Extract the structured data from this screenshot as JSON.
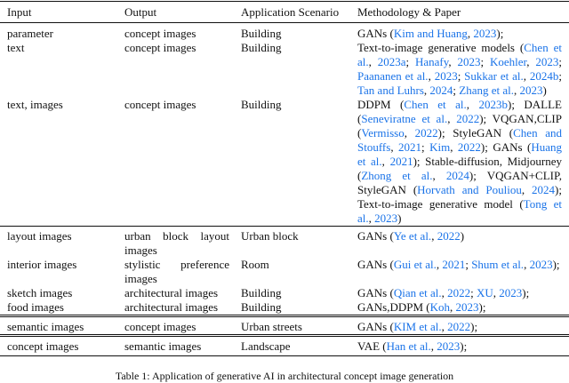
{
  "headers": [
    "Input",
    "Output",
    "Application Scenario",
    "Methodology & Paper"
  ],
  "rows": [
    {
      "input": "parameter",
      "output": "concept images",
      "scenario": "Building",
      "method": [
        {
          "t": "GANs ("
        },
        {
          "t": "Kim and Huang",
          "c": 1
        },
        {
          "t": ", "
        },
        {
          "t": "2023",
          "c": 1
        },
        {
          "t": ");"
        }
      ]
    },
    {
      "input": "text",
      "output": "concept images",
      "scenario": "Building",
      "method": [
        {
          "t": "Text-to-image generative models ("
        },
        {
          "t": "Chen et al.",
          "c": 1
        },
        {
          "t": ", "
        },
        {
          "t": "2023a",
          "c": 1
        },
        {
          "t": "; "
        },
        {
          "t": "Hanafy",
          "c": 1
        },
        {
          "t": ", "
        },
        {
          "t": "2023",
          "c": 1
        },
        {
          "t": "; "
        },
        {
          "t": "Koehler",
          "c": 1
        },
        {
          "t": ", "
        },
        {
          "t": "2023",
          "c": 1
        },
        {
          "t": "; "
        },
        {
          "t": "Paananen et al.",
          "c": 1
        },
        {
          "t": ", "
        },
        {
          "t": "2023",
          "c": 1
        },
        {
          "t": "; "
        },
        {
          "t": "Sukkar et al.",
          "c": 1
        },
        {
          "t": ", "
        },
        {
          "t": "2024b",
          "c": 1
        },
        {
          "t": "; "
        },
        {
          "t": "Tan and Luhrs",
          "c": 1
        },
        {
          "t": ", "
        },
        {
          "t": "2024",
          "c": 1
        },
        {
          "t": "; "
        },
        {
          "t": "Zhang et al.",
          "c": 1
        },
        {
          "t": ", "
        },
        {
          "t": "2023",
          "c": 1
        },
        {
          "t": ")"
        }
      ]
    },
    {
      "input": "text, images",
      "output": "concept images",
      "scenario": "Building",
      "method": [
        {
          "t": "DDPM ("
        },
        {
          "t": "Chen et al.",
          "c": 1
        },
        {
          "t": ", "
        },
        {
          "t": "2023b",
          "c": 1
        },
        {
          "t": "); DALLE ("
        },
        {
          "t": "Seneviratne et al.",
          "c": 1
        },
        {
          "t": ", "
        },
        {
          "t": "2022",
          "c": 1
        },
        {
          "t": "); VQGAN,CLIP ("
        },
        {
          "t": "Vermisso",
          "c": 1
        },
        {
          "t": ", "
        },
        {
          "t": "2022",
          "c": 1
        },
        {
          "t": "); StyleGAN ("
        },
        {
          "t": "Chen and Stouffs",
          "c": 1
        },
        {
          "t": ", "
        },
        {
          "t": "2021",
          "c": 1
        },
        {
          "t": "; "
        },
        {
          "t": "Kim",
          "c": 1
        },
        {
          "t": ", "
        },
        {
          "t": "2022",
          "c": 1
        },
        {
          "t": "); GANs ("
        },
        {
          "t": "Huang et al.",
          "c": 1
        },
        {
          "t": ", "
        },
        {
          "t": "2021",
          "c": 1
        },
        {
          "t": "); Stable-diffusion, Midjour­ney ("
        },
        {
          "t": "Zhong et al.",
          "c": 1
        },
        {
          "t": ", "
        },
        {
          "t": "2024",
          "c": 1
        },
        {
          "t": "); VQGAN+CLIP, StyleGAN ("
        },
        {
          "t": "Horvath and Pouliou",
          "c": 1
        },
        {
          "t": ", "
        },
        {
          "t": "2024",
          "c": 1
        },
        {
          "t": "); Text-to-image generative model ("
        },
        {
          "t": "Tong et al.",
          "c": 1
        },
        {
          "t": ", "
        },
        {
          "t": "2023",
          "c": 1
        },
        {
          "t": ")"
        }
      ]
    },
    {
      "input": "layout images",
      "output": "urban block layout images",
      "scenario": "Urban block",
      "group_start": true,
      "method": [
        {
          "t": "GANs ("
        },
        {
          "t": "Ye et al.",
          "c": 1
        },
        {
          "t": ", "
        },
        {
          "t": "2022",
          "c": 1
        },
        {
          "t": ")"
        }
      ]
    },
    {
      "input": "interior images",
      "output": "stylistic preference images",
      "scenario": "Room",
      "method": [
        {
          "t": "GANs ("
        },
        {
          "t": "Gui et al.",
          "c": 1
        },
        {
          "t": ", "
        },
        {
          "t": "2021",
          "c": 1
        },
        {
          "t": "; "
        },
        {
          "t": "Shum et al.",
          "c": 1
        },
        {
          "t": ", "
        },
        {
          "t": "2023",
          "c": 1
        },
        {
          "t": ");"
        }
      ]
    },
    {
      "input": "sketch images",
      "output": "architectural images",
      "scenario": "Building",
      "method": [
        {
          "t": "GANs ("
        },
        {
          "t": "Qian et al.",
          "c": 1
        },
        {
          "t": ", "
        },
        {
          "t": "2022",
          "c": 1
        },
        {
          "t": "; "
        },
        {
          "t": "XU",
          "c": 1
        },
        {
          "t": ", "
        },
        {
          "t": "2023",
          "c": 1
        },
        {
          "t": ");"
        }
      ]
    },
    {
      "input": "food images",
      "output": "architectural images",
      "scenario": "Building",
      "method": [
        {
          "t": "GANs,DDPM ("
        },
        {
          "t": "Koh",
          "c": 1
        },
        {
          "t": ", "
        },
        {
          "t": "2023",
          "c": 1
        },
        {
          "t": ");"
        }
      ]
    },
    {
      "input": "semantic images",
      "output": "concept images",
      "scenario": "Urban streets",
      "group_start": true,
      "double": true,
      "method": [
        {
          "t": "GANs ("
        },
        {
          "t": "KIM et al.",
          "c": 1
        },
        {
          "t": ", "
        },
        {
          "t": "2022",
          "c": 1
        },
        {
          "t": ");"
        }
      ]
    },
    {
      "input": "concept images",
      "output": "semantic images",
      "scenario": "Landscape",
      "group_start": true,
      "double": true,
      "last": true,
      "method": [
        {
          "t": "VAE ("
        },
        {
          "t": "Han et al.",
          "c": 1
        },
        {
          "t": ", "
        },
        {
          "t": "2023",
          "c": 1
        },
        {
          "t": ");"
        }
      ]
    }
  ],
  "caption": "Table 1: Application of generative AI in architectural concept image generation",
  "colors": {
    "citation": "#1a73e8",
    "text": "#111111"
  }
}
